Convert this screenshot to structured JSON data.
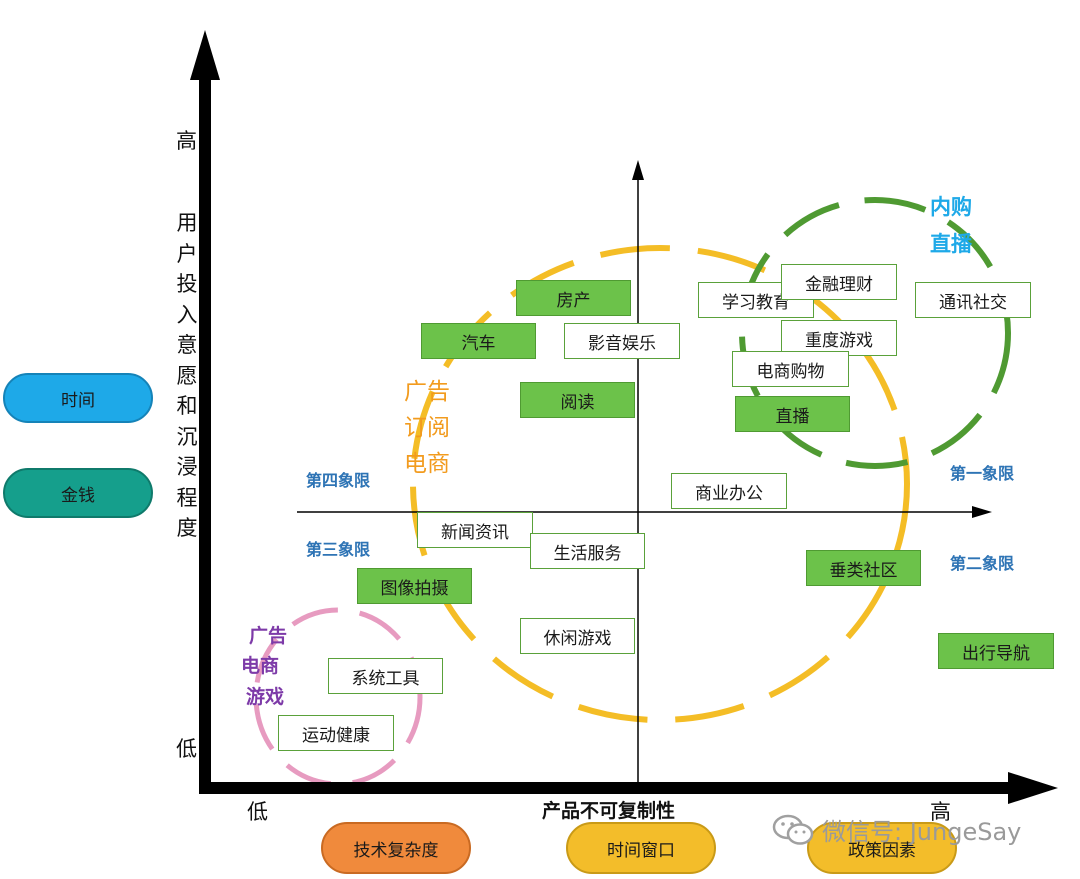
{
  "axes": {
    "y_high": "高",
    "y_label": "用户投入意愿和沉浸程度",
    "y_low": "低",
    "x_low": "低",
    "x_label": "产品不可复制性",
    "x_high": "高"
  },
  "left_pills": [
    {
      "text": "时间",
      "color": "#1ea9e8"
    },
    {
      "text": "金钱",
      "color": "#159f8c"
    }
  ],
  "bottom_pills": [
    {
      "text": "技术复杂度",
      "color": "#f08a3c"
    },
    {
      "text": "时间窗口",
      "color": "#f3bd2a"
    },
    {
      "text": "政策因素",
      "color": "#f3bd2a"
    }
  ],
  "quadrants": {
    "q1": "第一象限",
    "q2": "第二象限",
    "q3": "第三象限",
    "q4": "第四象限"
  },
  "circle_labels": {
    "green": [
      "内购",
      "直播"
    ],
    "yellow": [
      "广告",
      "订阅",
      "电商"
    ],
    "pink": [
      "广告",
      "电商",
      "游戏"
    ]
  },
  "circle_colors": {
    "green": "#4f9a32",
    "yellow": "#f4bd26",
    "pink": "#e79bc0"
  },
  "boxes": {
    "fangchan": "房产",
    "qiche": "汽车",
    "yingyin": "影音娱乐",
    "yuedu": "阅读",
    "xuexi": "学习教育",
    "jinrong": "金融理财",
    "tongxun": "通讯社交",
    "zhongdu": "重度游戏",
    "dianshang": "电商购物",
    "zhibo": "直播",
    "shangye": "商业办公",
    "xinwen": "新闻资讯",
    "shenghuo": "生活服务",
    "tuxiang": "图像拍摄",
    "chuizhi": "垂类社区",
    "xiuxian": "休闲游戏",
    "chuxing": "出行导航",
    "xitong": "系统工具",
    "yundong": "运动健康"
  },
  "watermark": "微信号: JungeSay"
}
